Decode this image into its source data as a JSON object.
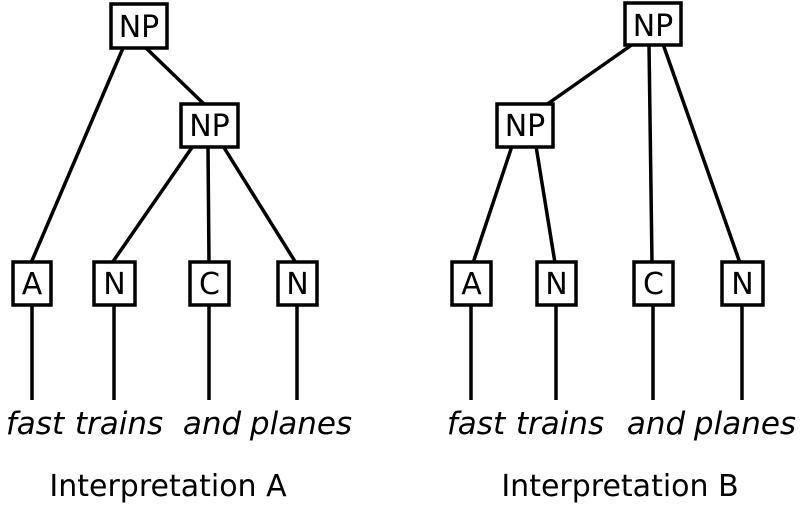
{
  "diagram": {
    "background_color": "#ffffff",
    "ink_color": "#000000",
    "trees": [
      {
        "caption": "Interpretation A",
        "nodes": {
          "root": "NP",
          "inner": "NP",
          "leaf1": "A",
          "leaf2": "N",
          "leaf3": "C",
          "leaf4": "N"
        },
        "words": [
          "fast",
          "trains",
          "and",
          "planes"
        ]
      },
      {
        "caption": "Interpretation B",
        "nodes": {
          "root": "NP",
          "inner": "NP",
          "leaf1": "A",
          "leaf2": "N",
          "leaf3": "C",
          "leaf4": "N"
        },
        "words": [
          "fast",
          "trains",
          "and",
          "planes"
        ]
      }
    ]
  }
}
